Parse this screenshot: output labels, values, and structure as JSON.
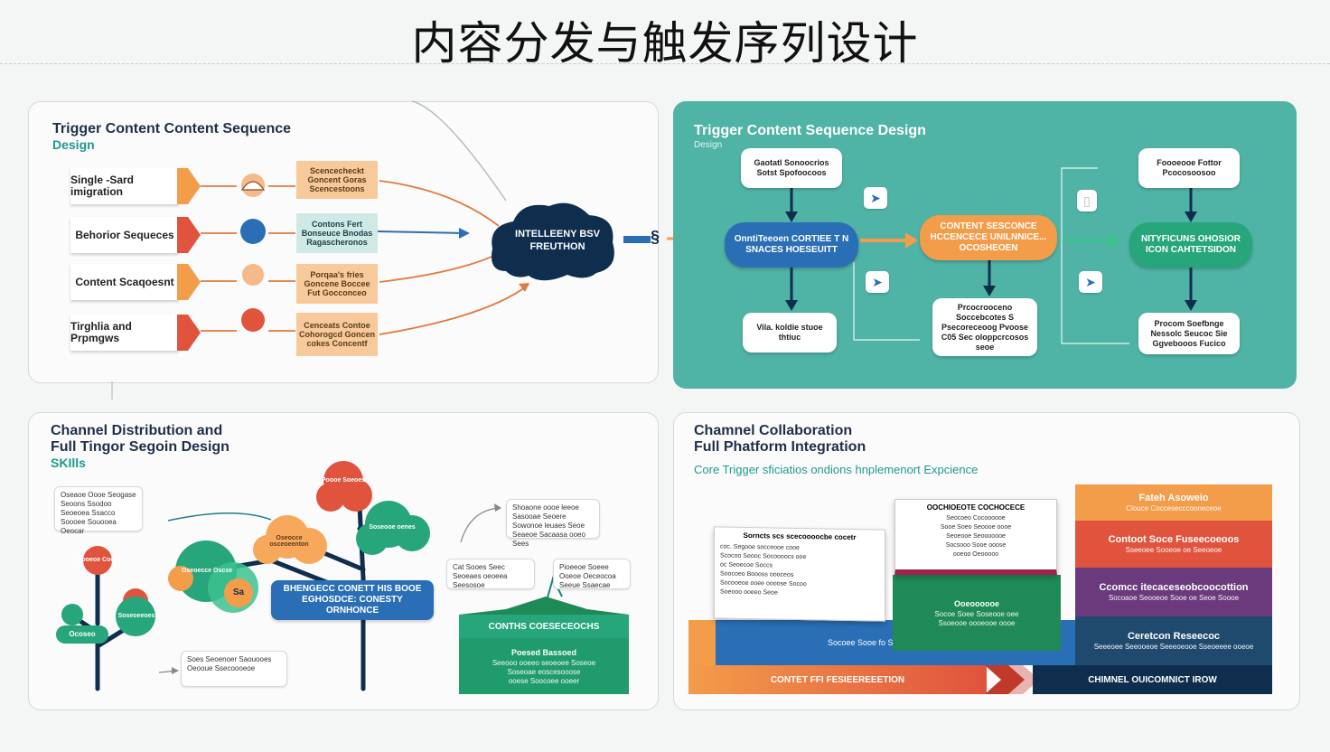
{
  "page": {
    "title": "内容分发与触发序列设计"
  },
  "p1": {
    "title": "Trigger Content Content Sequence",
    "subtitle": "Design",
    "chevrons": [
      "Single -Sard imigration",
      "Behorior Sequeces",
      "Content Scaqoesnt",
      "Tirghlia and Prpmgws"
    ],
    "tags": [
      "Scencecheckt Goncent Goras Scencestoons",
      "Contons Fert Bonseuce Bnodas Ragascheronos",
      "Porqaa's fries Goncene Boccee Fut Gocconceo",
      "Cenceats Contoe Cohorogcd Goncen cokes Concentf"
    ],
    "cloud": "INTELLEENY BSV FREUTHON"
  },
  "p2": {
    "title": "Trigger Content Sequence Design",
    "subtitle": "Design",
    "boxes": [
      "Gaotatl Sonoocrios Sotst Spofoocoos",
      "Vila. koldie stuoe thtiuc",
      "Prcocrooceno Soccebcotes S Psecoreceoog Pvoose C05 Sec oloppcrcosos seoe",
      "Foooeooe Fottor Pcocosoosoo",
      "Procom Soefbnge Nessolc Seucoc Sie Ggvebooos Fucico"
    ],
    "pills": [
      "OnntiTeeoen CORTIEE T N SNACES HOESEUITT",
      "CONTENT SESCONCE HCCENCECE UNILNNICE... OCOSHEOEN",
      "NITYFICUNS OHOSIOR ICON CAHTETSIDON"
    ]
  },
  "p3": {
    "title1": "Channel Distribution and",
    "title2": "Full Tingor Segoin Design",
    "subtitle": "SKIlls",
    "notes": [
      "Oseaoe Oooe Seogase Seoons Ssodoo Seoeoea Ssacco Soooee Souooea Oeocar",
      "Shoaone oooe leeoe Sasooae Seoere Sowonoe leuaes Seoe Seaeoe Sacaasa ooeo Sees",
      "Cat Sooes Seec Seoeaes oeoeea Seesosoe",
      "Pioeeoe Soeee Ooeoe Oeceocoa Seeue Ssaecae",
      "Soes Seoenoer Saouooes Oeooue Ssecoooeoe"
    ],
    "leaves": [
      "Poooe Soeoes",
      "Soseooe oenes",
      "Oseocce osceoeenton",
      "Oseoecce Oscse",
      "Soseoeeoes",
      "Sooeoe Coee",
      "Sa",
      "Ocoseo"
    ],
    "banner": "BHENGECC CONETT HIS BOOE EGHOSDCE: CONESTY ORNHONCE",
    "green_title": "CONTHS COESECEOCHS",
    "green_lines": [
      "Poesed Bassoed",
      "Seeooo ooeeo seoeoee Soseoe",
      "Soseoae eoscesooose",
      "ooese Soocoee ooeer"
    ]
  },
  "p4": {
    "title1": "Chamnel Collaboration",
    "title2": "Full Phatform Integration",
    "subtitle": "Core Trigger sficiatios ondions hnplemenort Expcience",
    "left_card": "Sorncts scs scecoooocbe cocetr",
    "left_lines": [
      "coc. Segooe socceooe cooe",
      "Scocoo Seooc Socoooocs ooe",
      "oc Seoecoe Soccs",
      "Soocoeo Boooss oooceos",
      "Socooeoe ooee oooose Socoo",
      "Soeooo ooeeo Seoe"
    ],
    "center_card": "OOCHIOEOTE COCHOCECE",
    "center_lines": [
      "Seocoeo Cocoooooe",
      "Sooe Soeo Seoooe oooe",
      "Seoeooe Seooooooe",
      "Socsooo Sooe ooose",
      "ooeoo Oeooooo"
    ],
    "green_block": [
      "Ooeoooooe",
      "Socoe Soee Soseooe oee",
      "Ssoeooe oooeooe oooe"
    ],
    "blue_bar": "Socoee Sooe fo Secs Sae Secoeeoe",
    "orange_bar": "CONTET FFI FESIEEREEETION",
    "navy_bar": "CHIMNEL OUICOMNICT IROW",
    "bands": [
      {
        "h": "Fateh Asoweio",
        "s": "Clouce Coccesecccooneceoe"
      },
      {
        "h": "Contoot Soce Fuseecoeoos",
        "s": "Sseeoee Sooeoe oe Seeoeoe"
      },
      {
        "h": "Ccomcc itecaceseobcoocottion",
        "s": "Socoaoe Seooeoe Sooe oe Seoe Soooe"
      },
      {
        "h": "Ceretcon Reseecoc",
        "s": "Seeeoee Seeooeoe Seeeoeooe Sseoeeee ooeoe"
      }
    ]
  },
  "colors": {
    "teal": "#4fb3a5",
    "navy": "#0f2e4e",
    "orange": "#f39c4a",
    "blue": "#2a6fb5",
    "green": "#26a67a",
    "red": "#e0533d",
    "purple": "#6a3a7c"
  }
}
